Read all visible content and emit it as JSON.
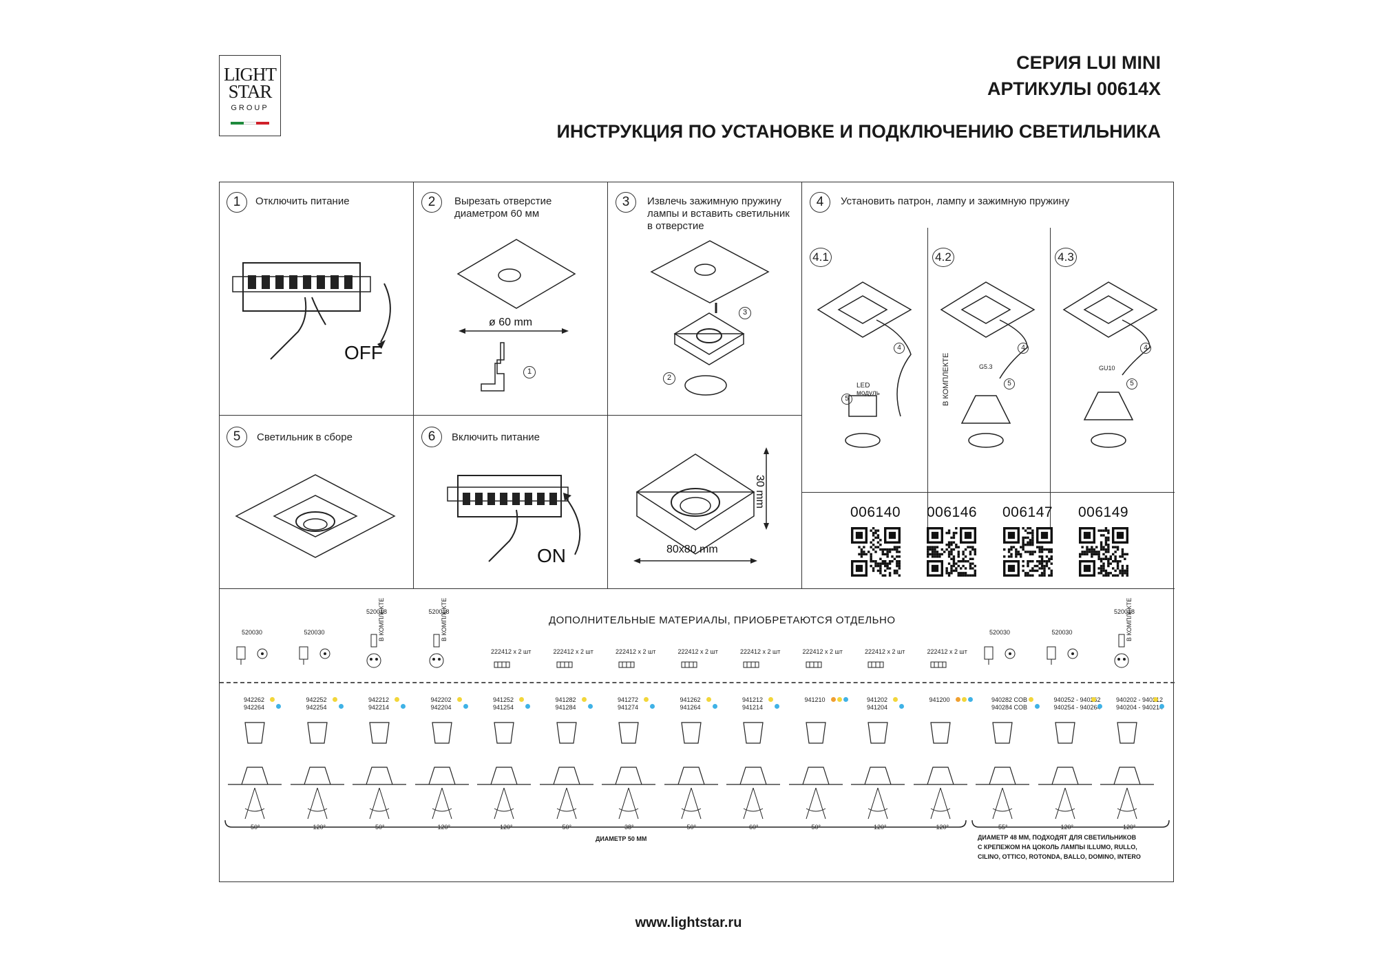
{
  "logo": {
    "line1": "LIGHT",
    "line2": "STAR",
    "line3": "GROUP",
    "flag_colors": [
      "#1e8a3c",
      "#ffffff",
      "#d0202a"
    ]
  },
  "header": {
    "series": "СЕРИЯ LUI MINI",
    "articles": "АРТИКУЛЫ 00614X",
    "title": "ИНСТРУКЦИЯ ПО УСТАНОВКЕ И ПОДКЛЮЧЕНИЮ СВЕТИЛЬНИКА"
  },
  "steps": {
    "s1": {
      "num": "1",
      "text": "Отключить питание",
      "off": "OFF"
    },
    "s2": {
      "num": "2",
      "text": "Вырезать отверстие диаметром 60 мм",
      "dim": "ø 60 mm",
      "sub1": "1"
    },
    "s3": {
      "num": "3",
      "text": "Извлечь зажимную пружину лампы и вставить светильник в отверстие",
      "sub2": "2",
      "sub3": "3"
    },
    "s4": {
      "num": "4",
      "text": "Установить патрон, лампу и зажимную пружину",
      "sub": [
        {
          "num": "4.1",
          "socket": "LED модуль"
        },
        {
          "num": "4.2",
          "socket": "G5.3",
          "kit": "В КОМПЛЕКТЕ"
        },
        {
          "num": "4.3",
          "socket": "GU10"
        }
      ],
      "step4": "4",
      "step5": "5"
    },
    "s5": {
      "num": "5",
      "text": "Светильник в сборе"
    },
    "s6": {
      "num": "6",
      "text": "Включить питание",
      "on": "ON"
    },
    "dims": {
      "height": "30 mm",
      "size": "80x80 mm"
    }
  },
  "codes": [
    "006140",
    "006146",
    "006147",
    "006149"
  ],
  "accessories": {
    "title": "ДОПОЛНИТЕЛЬНЫЕ МАТЕРИАЛЫ, ПРИОБРЕТАЮТСЯ ОТДЕЛЬНО",
    "top_labels": [
      "520030",
      "520030",
      "520018",
      "520018",
      "222412 х 2 шт",
      "222412 х 2 шт",
      "222412 х 2 шт",
      "222412 х 2 шт",
      "222412 х 2 шт",
      "222412 х 2 шт",
      "222412 х 2 шт",
      "222412 х 2 шт",
      "520030",
      "520030",
      "520018"
    ],
    "kit_label": "В КОМПЛЕКТЕ",
    "lamps": [
      {
        "a": "942262",
        "b": "942264",
        "angle": "50°"
      },
      {
        "a": "942252",
        "b": "942254",
        "angle": "120°"
      },
      {
        "a": "942212",
        "b": "942214",
        "angle": "50°"
      },
      {
        "a": "942202",
        "b": "942204",
        "angle": "120°"
      },
      {
        "a": "941252",
        "b": "941254",
        "angle": "120°"
      },
      {
        "a": "941282",
        "b": "941284",
        "angle": "50°"
      },
      {
        "a": "941272",
        "b": "941274",
        "angle": "38°"
      },
      {
        "a": "941262",
        "b": "941264",
        "angle": "50°"
      },
      {
        "a": "941212",
        "b": "941214",
        "angle": "60°"
      },
      {
        "a": "941210",
        "b": "",
        "angle": "50°"
      },
      {
        "a": "941202",
        "b": "941204",
        "angle": "120°"
      },
      {
        "a": "941200",
        "b": "",
        "angle": "120°"
      },
      {
        "a": "940282 COB",
        "b": "940284 COB",
        "angle": "55°"
      },
      {
        "a": "940252 - 940262",
        "b": "940254 - 940264",
        "angle": "120°"
      },
      {
        "a": "940202 - 940212",
        "b": "940204 - 940214",
        "angle": "120°"
      }
    ],
    "dot_colors": {
      "warm": "#f2d63a",
      "cool": "#3fb2e6",
      "orange": "#f0a030"
    },
    "footer_left": "ДИАМЕТР 50 ММ",
    "footer_right": [
      "ДИАМЕТР 48 ММ, ПОДХОДЯТ ДЛЯ СВЕТИЛЬНИКОВ",
      "С КРЕПЕЖОМ НА ЦОКОЛЬ ЛАМПЫ ILLUMO, RULLO,",
      "CILINO, OTTICO, ROTONDA, BALLO, DOMINO, INTERO"
    ]
  },
  "url": "www.lightstar.ru"
}
